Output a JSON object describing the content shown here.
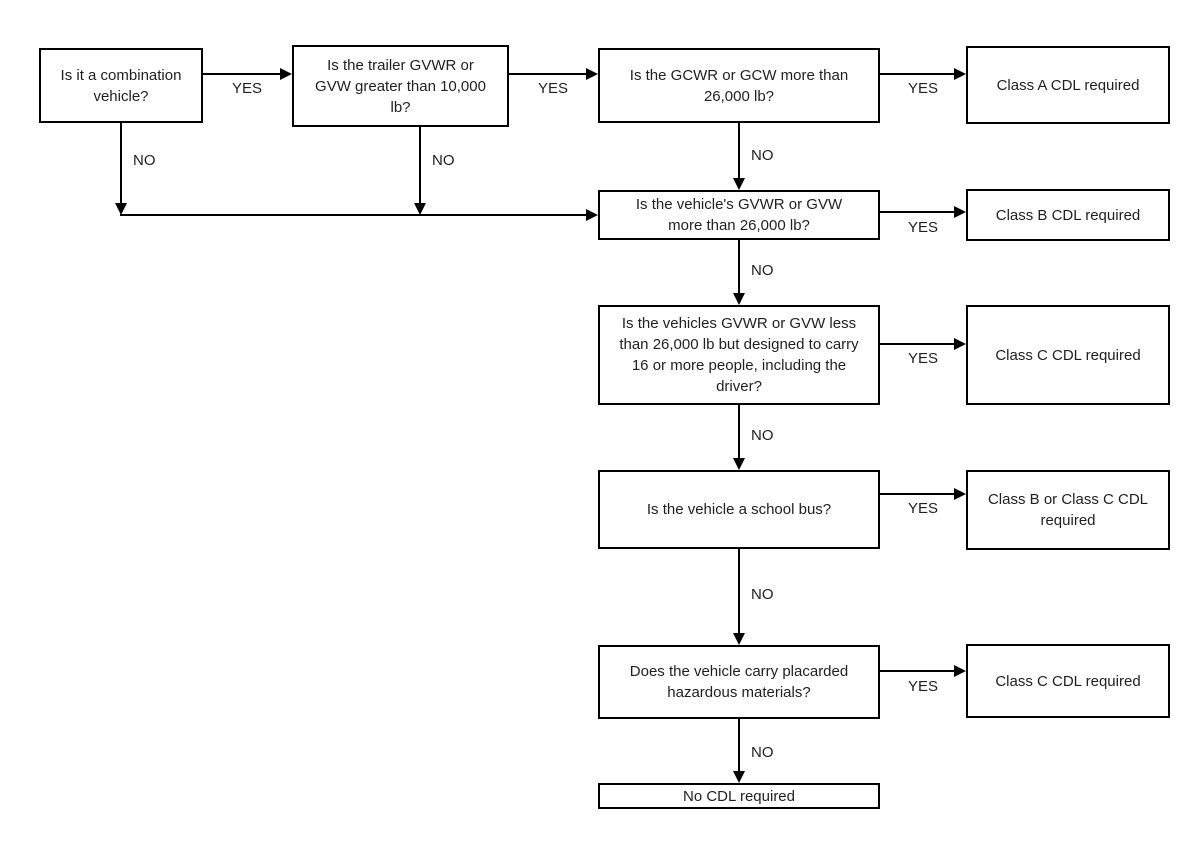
{
  "diagram": {
    "type": "flowchart"
  },
  "colors": {
    "background": "#ffffff",
    "line": "#000000",
    "text": "#1f1f1f"
  },
  "nodes": {
    "q_combination": {
      "label": "Is it a combination vehicle?"
    },
    "q_trailer": {
      "label": "Is the trailer GVWR or GVW greater than 10,000 lb?"
    },
    "q_gcwr": {
      "label": "Is the GCWR or GCW more than 26,000 lb?"
    },
    "q_vehicle_gvwr": {
      "label": "Is the vehicle's GVWR or GVW more than 26,000 lb?"
    },
    "q_passengers": {
      "label": "Is the vehicles GVWR or GVW less than 26,000 lb but designed to carry 16 or more people, including the driver?"
    },
    "q_school_bus": {
      "label": "Is the vehicle a school bus?"
    },
    "q_hazmat": {
      "label": "Does the vehicle carry placarded hazardous materials?"
    },
    "r_class_a": {
      "label": "Class A CDL required"
    },
    "r_class_b": {
      "label": "Class B CDL required"
    },
    "r_class_c_passengers": {
      "label": "Class C CDL required"
    },
    "r_class_b_or_c": {
      "label": "Class B or Class C CDL required"
    },
    "r_class_c_hazmat": {
      "label": "Class C CDL required"
    },
    "r_no_cdl": {
      "label": "No CDL required"
    }
  },
  "edges": [
    {
      "from": "q_combination",
      "to": "q_trailer",
      "label": "YES"
    },
    {
      "from": "q_trailer",
      "to": "q_gcwr",
      "label": "YES"
    },
    {
      "from": "q_gcwr",
      "to": "r_class_a",
      "label": "YES"
    },
    {
      "from": "q_vehicle_gvwr",
      "to": "r_class_b",
      "label": "YES"
    },
    {
      "from": "q_passengers",
      "to": "r_class_c_passengers",
      "label": "YES"
    },
    {
      "from": "q_school_bus",
      "to": "r_class_b_or_c",
      "label": "YES"
    },
    {
      "from": "q_hazmat",
      "to": "r_class_c_hazmat",
      "label": "YES"
    },
    {
      "from": "q_combination",
      "to": "q_vehicle_gvwr",
      "label": "NO"
    },
    {
      "from": "q_trailer",
      "to": "q_vehicle_gvwr",
      "label": "NO"
    },
    {
      "from": "q_gcwr",
      "to": "q_vehicle_gvwr",
      "label": "NO"
    },
    {
      "from": "q_vehicle_gvwr",
      "to": "q_passengers",
      "label": "NO"
    },
    {
      "from": "q_passengers",
      "to": "q_school_bus",
      "label": "NO"
    },
    {
      "from": "q_school_bus",
      "to": "q_hazmat",
      "label": "NO"
    },
    {
      "from": "q_hazmat",
      "to": "r_no_cdl",
      "label": "NO"
    }
  ]
}
